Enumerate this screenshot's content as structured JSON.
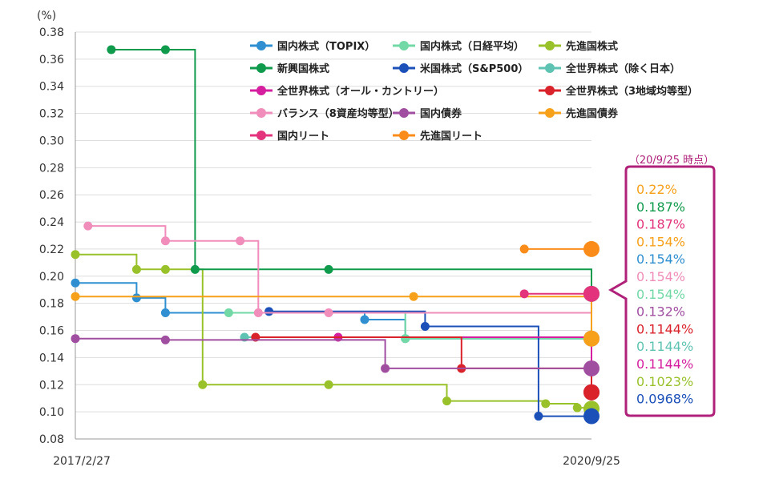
{
  "chart_data": {
    "type": "line",
    "step": true,
    "y_unit": "(%)",
    "ylim": [
      0.08,
      0.38
    ],
    "y_ticks": [
      "0.08",
      "0.10",
      "0.12",
      "0.14",
      "0.16",
      "0.18",
      "0.20",
      "0.22",
      "0.24",
      "0.26",
      "0.28",
      "0.30",
      "0.32",
      "0.34",
      "0.36",
      "0.38"
    ],
    "x_range": [
      "2017-02-27",
      "2020-09-25"
    ],
    "x_tick_labels": [
      "2017/2/27",
      "2020/9/25"
    ],
    "grid": true,
    "legend_position": "top-right",
    "callout": {
      "title": "（20/9/25 時点）",
      "values": [
        {
          "label": "0.22%",
          "color": "#f7a11b"
        },
        {
          "label": "0.187%",
          "color": "#0f9a4c"
        },
        {
          "label": "0.187%",
          "color": "#e3337d"
        },
        {
          "label": "0.154%",
          "color": "#f7a11b"
        },
        {
          "label": "0.154%",
          "color": "#2f8fd0"
        },
        {
          "label": "0.154%",
          "color": "#f08dba"
        },
        {
          "label": "0.154%",
          "color": "#72d9a6"
        },
        {
          "label": "0.132%",
          "color": "#a04ea0"
        },
        {
          "label": "0.1144%",
          "color": "#d9222a"
        },
        {
          "label": "0.1144%",
          "color": "#5ec3b3"
        },
        {
          "label": "0.1144%",
          "color": "#d51f9f"
        },
        {
          "label": "0.1023%",
          "color": "#99c12a"
        },
        {
          "label": "0.0968%",
          "color": "#1b50b8"
        }
      ]
    },
    "series": [
      {
        "name": "国内株式（TOPIX）",
        "color": "#2f8fd0",
        "points": [
          [
            "2017-02-27",
            0.195
          ],
          [
            "2017-08-01",
            0.184
          ],
          [
            "2017-10-13",
            0.173
          ],
          [
            "2019-03-01",
            0.168
          ],
          [
            "2019-06-12",
            0.154
          ],
          [
            "2020-09-25",
            0.154
          ]
        ]
      },
      {
        "name": "国内株式（日経平均）",
        "color": "#72d9a6",
        "points": [
          [
            "2018-03-22",
            0.173
          ],
          [
            "2019-06-12",
            0.154
          ],
          [
            "2020-09-25",
            0.154
          ]
        ]
      },
      {
        "name": "先進国株式",
        "color": "#99c12a",
        "points": [
          [
            "2017-02-27",
            0.216
          ],
          [
            "2017-08-01",
            0.205
          ],
          [
            "2017-10-13",
            0.205
          ],
          [
            "2018-01-15",
            0.12
          ],
          [
            "2018-11-30",
            0.12
          ],
          [
            "2019-09-25",
            0.108
          ],
          [
            "2020-06-01",
            0.106
          ],
          [
            "2020-08-20",
            0.103
          ],
          [
            "2020-09-25",
            0.1023
          ]
        ]
      },
      {
        "name": "新興国株式",
        "color": "#0f9a4c",
        "points": [
          [
            "2017-05-29",
            0.367
          ],
          [
            "2017-10-13",
            0.367
          ],
          [
            "2017-12-27",
            0.205
          ],
          [
            "2018-11-30",
            0.205
          ],
          [
            "2020-09-25",
            0.187
          ]
        ]
      },
      {
        "name": "米国株式（S&P500）",
        "color": "#1b50b8",
        "points": [
          [
            "2018-07-02",
            0.174
          ],
          [
            "2019-08-01",
            0.163
          ],
          [
            "2020-05-14",
            0.0968
          ],
          [
            "2020-09-25",
            0.0968
          ]
        ]
      },
      {
        "name": "全世界株式（除く日本）",
        "color": "#5ec3b3",
        "points": [
          [
            "2018-05-01",
            0.155
          ],
          [
            "2020-09-25",
            0.1144
          ]
        ]
      },
      {
        "name": "全世界株式（オール・カントリー）",
        "color": "#d51f9f",
        "points": [
          [
            "2018-12-24",
            0.155
          ],
          [
            "2020-09-25",
            0.1144
          ]
        ]
      },
      {
        "name": "全世界株式（3地域均等型）",
        "color": "#d9222a",
        "points": [
          [
            "2018-05-29",
            0.155
          ],
          [
            "2019-11-01",
            0.132
          ],
          [
            "2020-09-25",
            0.1144
          ]
        ]
      },
      {
        "name": "バランス（8資産均等型）",
        "color": "#f08dba",
        "points": [
          [
            "2017-03-31",
            0.237
          ],
          [
            "2017-10-13",
            0.226
          ],
          [
            "2018-04-20",
            0.226
          ],
          [
            "2018-06-05",
            0.173
          ],
          [
            "2018-11-30",
            0.173
          ],
          [
            "2020-09-25",
            0.154
          ]
        ]
      },
      {
        "name": "国内債券",
        "color": "#a04ea0",
        "points": [
          [
            "2017-02-27",
            0.154
          ],
          [
            "2017-10-13",
            0.153
          ],
          [
            "2019-04-22",
            0.132
          ],
          [
            "2020-09-25",
            0.132
          ]
        ]
      },
      {
        "name": "先進国債券",
        "color": "#f7a11b",
        "points": [
          [
            "2017-02-27",
            0.185
          ],
          [
            "2019-07-03",
            0.185
          ],
          [
            "2020-09-25",
            0.154
          ]
        ]
      },
      {
        "name": "国内リート",
        "color": "#e3337d",
        "points": [
          [
            "2020-04-08",
            0.187
          ],
          [
            "2020-09-25",
            0.187
          ]
        ]
      },
      {
        "name": "先進国リート",
        "color": "#fb8c19",
        "points": [
          [
            "2020-04-08",
            0.22
          ],
          [
            "2020-09-25",
            0.22
          ]
        ]
      }
    ]
  }
}
